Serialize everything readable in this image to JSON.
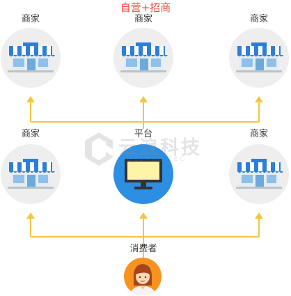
{
  "title": "自营+招商",
  "nodes": {
    "top_left": "商家",
    "top_center": "商家",
    "top_right": "商家",
    "mid_left": "商家",
    "mid_center": "平台",
    "mid_right": "商家",
    "bottom": "消费者"
  },
  "watermark": {
    "name": "云浪科技",
    "subtitle": "YUNLANG TEC."
  },
  "colors": {
    "title": "#f04a3e",
    "arrow": "#f3c63c",
    "node_bg": "#eeeeee",
    "platform_bg": "#2d8fe3",
    "consumer_bg": "#f7931e",
    "awning_blue": "#2b7fd8"
  }
}
